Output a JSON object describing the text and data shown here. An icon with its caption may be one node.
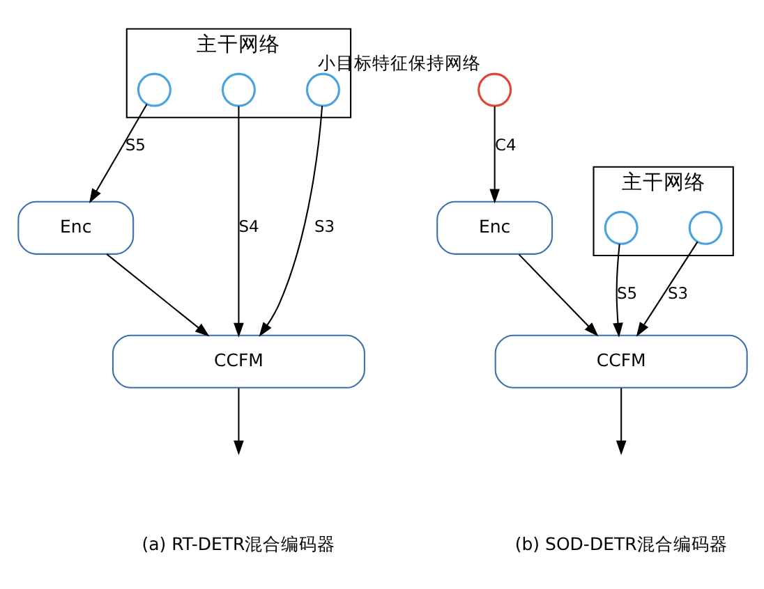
{
  "diagram": {
    "nodes": [
      {
        "text": [
          "主干网络"
        ]
      },
      {
        "text": [],
        "shape": "circle",
        "in": 0
      },
      {
        "text": [],
        "shape": "circle",
        "in": 0
      },
      {
        "text": [],
        "shape": "circle",
        "in": 0
      },
      {
        "text": [
          "Enc"
        ]
      },
      {
        "text": [
          "CCFM"
        ]
      },
      {
        "text": [],
        "shape": "circle",
        "beside": [
          "小目标特征保持网络"
        ]
      },
      {
        "text": [
          "主干网络"
        ]
      },
      {
        "text": [],
        "shape": "circle",
        "in": 7
      },
      {
        "text": [],
        "shape": "circle",
        "in": 7
      },
      {
        "text": [
          "Enc"
        ]
      },
      {
        "text": [
          "CCFM"
        ]
      }
    ],
    "edges": [
      {
        "from": 1,
        "to": 4,
        "label": "S5",
        "arrow": "to"
      },
      {
        "from": 2,
        "to": 5,
        "label": "S4",
        "arrow": "to"
      },
      {
        "from": 3,
        "to": 5,
        "label": "S3",
        "arrow": "to"
      },
      {
        "from": 4,
        "to": 5,
        "arrow": "to"
      },
      {
        "from": 5,
        "to": null,
        "arrow": "to"
      },
      {
        "from": 6,
        "to": 10,
        "label": "C4",
        "arrow": "to"
      },
      {
        "from": 8,
        "to": 11,
        "label": "S5",
        "arrow": "to"
      },
      {
        "from": 9,
        "to": 11,
        "label": "S3",
        "arrow": "to"
      },
      {
        "from": 10,
        "to": 11,
        "arrow": "to"
      },
      {
        "from": 11,
        "to": null,
        "arrow": "to"
      }
    ],
    "labels": [
      "(a) RT-DETR混合编码器",
      "(b) SOD-DETR混合编码器"
    ]
  }
}
